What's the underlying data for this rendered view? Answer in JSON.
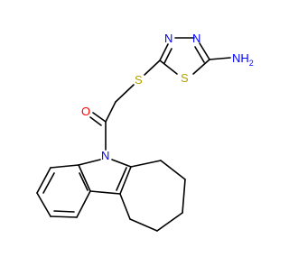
{
  "molecule": {
    "atom_labels": {
      "n_ring_1": "N",
      "n_ring_2": "N",
      "s_ring": "S",
      "nh2": "NH",
      "nh2_subscript": "2",
      "s_thioether": "S",
      "o_carbonyl": "O",
      "n_carbazole": "N"
    },
    "colors": {
      "nitrogen": "#0000ff",
      "sulfur": "#b3a300",
      "oxygen": "#ff0000",
      "bond": "#000000"
    }
  }
}
